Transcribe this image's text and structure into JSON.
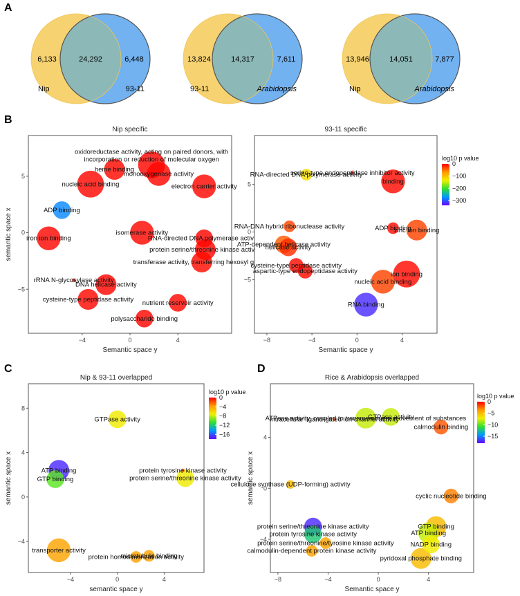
{
  "panel_labels": [
    "A",
    "B",
    "C",
    "D"
  ],
  "colors": {
    "yellow": "#f6d271",
    "blue": "#72b2f0",
    "overlap": "#8cb8b7",
    "outline": "#555555"
  },
  "venn": [
    {
      "left_only": "6,133",
      "overlap": "24,292",
      "right_only": "6,448",
      "left_name": "Nip",
      "right_name": "93-11",
      "right_italic": false
    },
    {
      "left_only": "13,824",
      "overlap": "14,317",
      "right_only": "7,611",
      "left_name": "93-11",
      "right_name": "Arabidopsis",
      "right_italic": true
    },
    {
      "left_only": "13,946",
      "overlap": "14,051",
      "right_only": "7,877",
      "left_name": "Nip",
      "right_name": "Arabidopsis",
      "right_italic": true
    }
  ],
  "chart_data": [
    {
      "type": "scatter",
      "title": "Nip specific",
      "xlabel": "Semantic space y",
      "ylabel": "semantic space x",
      "xlim": [
        -8.5,
        8.5
      ],
      "ylim": [
        -8.9,
        8.6
      ],
      "xticks": [
        -4,
        0,
        4
      ],
      "yticks": [
        -5,
        0,
        5
      ],
      "legend": null,
      "points": [
        {
          "label": "oxidoreductase activity, acting on paired donors, with",
          "label2": "incorporation or reduction of molecular oxygen",
          "x": 1.8,
          "y": 6.0,
          "size": 7,
          "logp": -2
        },
        {
          "label": "heme binding",
          "x": -1.3,
          "y": 5.6,
          "size": 5,
          "logp": -4
        },
        {
          "label": "monooxygenase activity",
          "x": 2.4,
          "y": 5.2,
          "size": 6,
          "logp": -2
        },
        {
          "label": "nucleic acid binding",
          "x": -3.3,
          "y": 4.3,
          "size": 7,
          "logp": -3
        },
        {
          "label": "electron carrier activity",
          "x": 6.2,
          "y": 4.1,
          "size": 6,
          "logp": -3
        },
        {
          "label": "ADP binding",
          "x": -5.7,
          "y": 2.0,
          "size": 4,
          "logp": -270
        },
        {
          "label": "isomerase activity",
          "x": 1.0,
          "y": 0.0,
          "size": 6,
          "logp": -3
        },
        {
          "label": "RNA-directed DNA polymerase activity",
          "x": 6.2,
          "y": -0.5,
          "size": 4,
          "logp": -2
        },
        {
          "label": "iron ion binding",
          "x": -6.8,
          "y": -0.5,
          "size": 6,
          "logp": -3
        },
        {
          "label": "protein serine/threonine kinase activity",
          "x": 6.3,
          "y": -1.5,
          "size": 5,
          "logp": -2
        },
        {
          "label": "transferase activity, transferring hexosyl groups",
          "x": 6.0,
          "y": -2.6,
          "size": 5,
          "logp": -5
        },
        {
          "label": "rRNA N-glycosylase activity",
          "x": -4.7,
          "y": -4.2,
          "size": 0,
          "logp": -3
        },
        {
          "label": "DNA helicase activity",
          "x": -2.0,
          "y": -4.6,
          "size": 5,
          "logp": -2
        },
        {
          "label": "cysteine-type peptidase activity",
          "x": -3.5,
          "y": -5.9,
          "size": 5,
          "logp": -4
        },
        {
          "label": "nutrient reservoir activity",
          "x": 4.0,
          "y": -6.2,
          "size": 4,
          "logp": -4
        },
        {
          "label": "polysaccharide binding",
          "x": 1.2,
          "y": -7.6,
          "size": 4,
          "logp": -3
        }
      ]
    },
    {
      "type": "scatter",
      "title": "93-11 specific",
      "xlabel": "Semantic space y",
      "ylabel": "",
      "xlim": [
        -9.1,
        7.1
      ],
      "ylim": [
        -10.6,
        10.1
      ],
      "xticks": [
        -8,
        -4,
        0,
        4
      ],
      "yticks": [
        -5,
        0,
        5
      ],
      "legend": {
        "title": "log10 p value",
        "min": -340,
        "max": 0,
        "ticks": [
          0,
          -100,
          -200,
          -300
        ]
      },
      "points": [
        {
          "label": "serine-type endopeptidase inhibitor activity",
          "x": -0.4,
          "y": 6.2,
          "size": 0,
          "logp": -5
        },
        {
          "label": "RNA-directed DNA polymerase activity",
          "x": -4.5,
          "y": 6.0,
          "size": 2,
          "logp": -120
        },
        {
          "label": "binding",
          "x": 3.2,
          "y": 5.3,
          "size": 6,
          "logp": -5
        },
        {
          "label": "RNA-DNA hybrid ribonuclease activity",
          "x": -6.0,
          "y": 0.6,
          "size": 2,
          "logp": -30
        },
        {
          "label": "ADP binding",
          "x": 3.2,
          "y": 0.4,
          "size": 2,
          "logp": -5
        },
        {
          "label": "zinc ion binding",
          "x": 5.3,
          "y": 0.2,
          "size": 5,
          "logp": -30
        },
        {
          "label": "ATP-dependent helicase activity",
          "x": -6.5,
          "y": -1.3,
          "size": 4,
          "logp": -40
        },
        {
          "label": "helicase activity",
          "x": -6.1,
          "y": -1.6,
          "size": 4,
          "logp": -20
        },
        {
          "label": "cysteine-type peptidase activity",
          "x": -5.4,
          "y": -3.5,
          "size": 3,
          "logp": -5
        },
        {
          "label": "aspartic-type endopeptidase activity",
          "x": -4.6,
          "y": -4.1,
          "size": 3,
          "logp": -5
        },
        {
          "label": "ion binding",
          "x": 4.4,
          "y": -4.4,
          "size": 7,
          "logp": -5
        },
        {
          "label": "nucleic acid binding",
          "x": 2.3,
          "y": -5.2,
          "size": 6,
          "logp": -30
        },
        {
          "label": "RNA binding",
          "x": 0.8,
          "y": -7.6,
          "size": 6,
          "logp": -320
        }
      ]
    },
    {
      "type": "scatter",
      "title": "Nip & 93-11 overlapped",
      "xlabel": "semantic space y",
      "ylabel": "semantic space x",
      "xlim": [
        -7.6,
        7.4
      ],
      "ylim": [
        -6.8,
        10.2
      ],
      "xticks": [
        -4,
        0,
        4
      ],
      "yticks": [
        -4,
        0,
        4,
        8
      ],
      "legend": {
        "title": "log10 p value",
        "min": -18,
        "max": 0,
        "ticks": [
          0,
          -4,
          -8,
          -12,
          -16
        ]
      },
      "points": [
        {
          "label": "GTPase activity",
          "x": 0.0,
          "y": 7.0,
          "size": 4,
          "logp": -7
        },
        {
          "label": "ATP binding",
          "x": -5.0,
          "y": 2.4,
          "size": 5,
          "logp": -17
        },
        {
          "label": "GTP binding",
          "x": -5.3,
          "y": 1.6,
          "size": 4,
          "logp": -10
        },
        {
          "label": "protein tyrosine kinase activity",
          "x": 5.6,
          "y": 2.4,
          "size": 0,
          "logp": -2
        },
        {
          "label": "protein serine/threonine kinase activity",
          "x": 5.8,
          "y": 1.7,
          "size": 4,
          "logp": -7
        },
        {
          "label": "transporter activity",
          "x": -5.0,
          "y": -4.8,
          "size": 6,
          "logp": -4
        },
        {
          "label": "protein homodimerization activity",
          "x": 1.6,
          "y": -5.4,
          "size": 2,
          "logp": -4
        },
        {
          "label": "microtubule binding",
          "x": 2.7,
          "y": -5.3,
          "size": 2,
          "logp": -4
        }
      ]
    },
    {
      "type": "scatter",
      "title": "Rice & Arabidopsis overlapped",
      "xlabel": "Semantic space y",
      "ylabel": "semantic space x",
      "xlim": [
        -8.6,
        7.6
      ],
      "ylim": [
        -6.6,
        8.2
      ],
      "xticks": [
        -8,
        -4,
        0,
        4
      ],
      "yticks": [
        -4,
        0,
        4
      ],
      "legend": {
        "title": "log10 p value",
        "min": -18,
        "max": 0,
        "ticks": [
          0,
          -5,
          -10,
          -15
        ]
      },
      "points": [
        {
          "label": "ATPase activity, coupled to transmembrane movement of substances",
          "x": -1.0,
          "y": 5.5,
          "size": 5,
          "logp": -8
        },
        {
          "label": "GTPase activity",
          "x": 1.0,
          "y": 5.6,
          "size": 4,
          "logp": -8
        },
        {
          "label": "intracellular ligand-gated ion channel activity",
          "x": -3.5,
          "y": 5.4,
          "size": 0,
          "logp": -2
        },
        {
          "label": "calmodulin binding",
          "x": 5.0,
          "y": 4.8,
          "size": 3,
          "logp": -2
        },
        {
          "label": "cellulose synthase (UDP-forming) activity",
          "x": -7.0,
          "y": 0.3,
          "size": 1,
          "logp": -5
        },
        {
          "label": "cyclic nucleotide binding",
          "x": 5.8,
          "y": -0.6,
          "size": 3,
          "logp": -3
        },
        {
          "label": "GTP binding",
          "x": 4.6,
          "y": -3.0,
          "size": 5,
          "logp": -5
        },
        {
          "label": "ATP binding",
          "x": 4.0,
          "y": -3.5,
          "size": 5,
          "logp": -8
        },
        {
          "label": "protein serine/threonine kinase activity",
          "x": -5.2,
          "y": -3.0,
          "size": 4,
          "logp": -17
        },
        {
          "label": "protein tyrosine kinase activity",
          "x": -5.2,
          "y": -3.6,
          "size": 4,
          "logp": -12
        },
        {
          "label": "protein serine/threonine/tyrosine kinase activity",
          "x": -4.2,
          "y": -4.3,
          "size": 2,
          "logp": -4
        },
        {
          "label": "NADP binding",
          "x": 4.2,
          "y": -4.4,
          "size": 4,
          "logp": -7
        },
        {
          "label": "calmodulin-dependent protein kinase activity",
          "x": -5.3,
          "y": -4.9,
          "size": 2,
          "logp": -4
        },
        {
          "label": "pyridoxal phosphate binding",
          "x": 3.4,
          "y": -5.5,
          "size": 5,
          "logp": -5
        }
      ]
    }
  ]
}
